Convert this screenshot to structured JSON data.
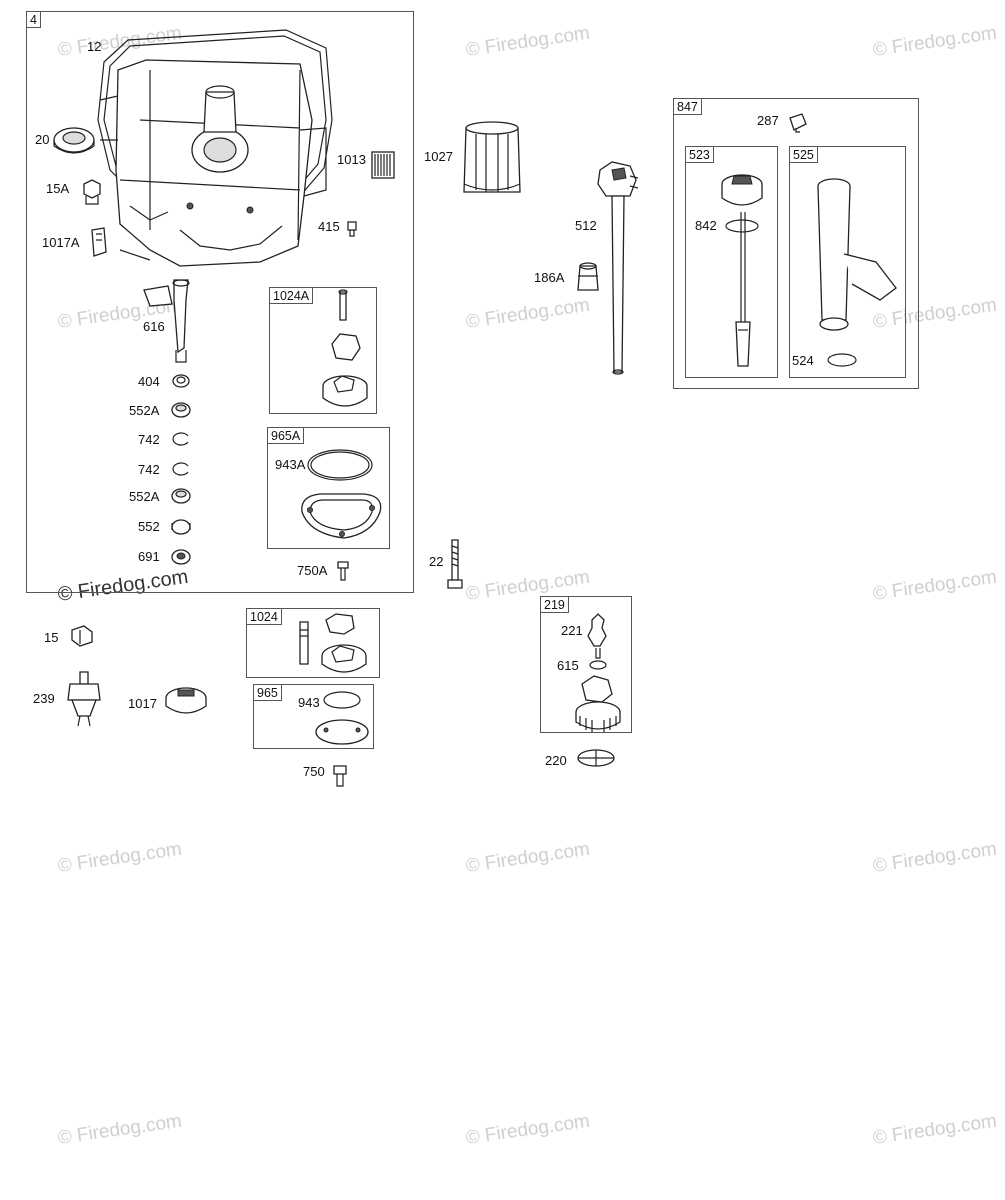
{
  "watermark": "© Firedog.com",
  "boxes": {
    "main": "4",
    "b1024A": "1024A",
    "b965A": "965A",
    "b1024": "1024",
    "b965": "965",
    "b219": "219",
    "b847": "847",
    "b523": "523",
    "b525": "525"
  },
  "labels": {
    "l12": "12",
    "l20": "20",
    "l15A": "15A",
    "l1017A": "1017A",
    "l1013": "1013",
    "l415": "415",
    "l616": "616",
    "l404": "404",
    "l552A_1": "552A",
    "l742_1": "742",
    "l742_2": "742",
    "l552A_2": "552A",
    "l552": "552",
    "l691": "691",
    "l943A": "943A",
    "l750A": "750A",
    "l15": "15",
    "l239": "239",
    "l1017": "1017",
    "l943": "943",
    "l750": "750",
    "l1027": "1027",
    "l512": "512",
    "l186A": "186A",
    "l22": "22",
    "l221": "221",
    "l615": "615",
    "l220": "220",
    "l287": "287",
    "l842": "842",
    "l524": "524"
  }
}
